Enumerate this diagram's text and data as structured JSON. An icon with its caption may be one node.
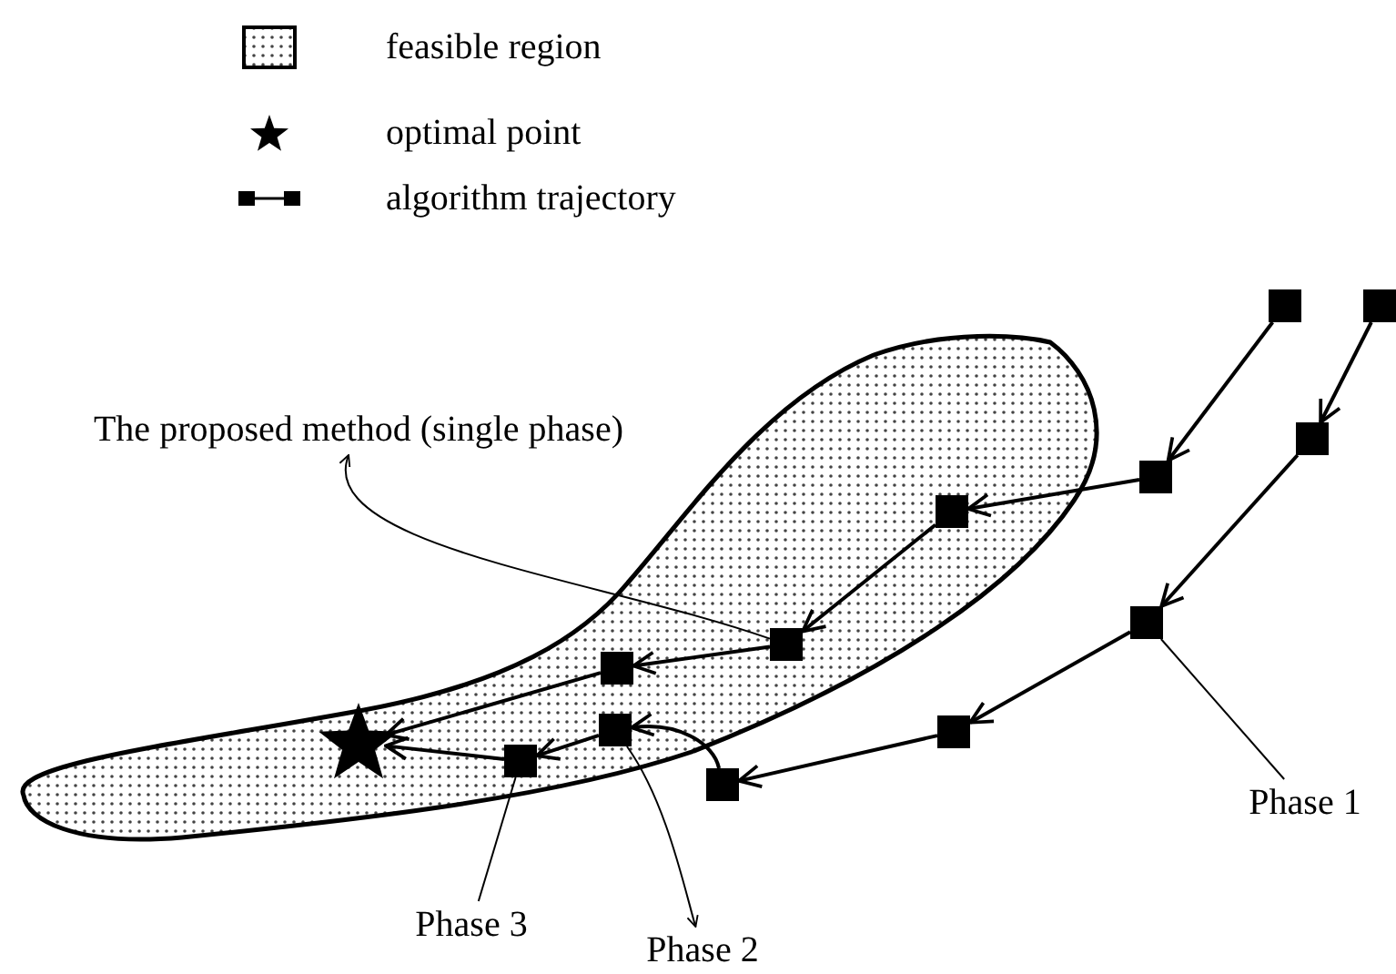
{
  "diagram": {
    "nodes": [
      {
        "text": [],
        "shape": "blob"
      },
      {
        "text": [
          "The proposed method (single phase)"
        ]
      },
      {
        "text": [],
        "shape": "box"
      },
      {
        "text": [],
        "shape": "box"
      },
      {
        "text": [],
        "shape": "box"
      },
      {
        "text": [],
        "shape": "box"
      },
      {
        "text": [],
        "shape": "box",
        "in": 0
      },
      {
        "text": [],
        "shape": "box"
      },
      {
        "text": [],
        "shape": "box",
        "in": 0
      },
      {
        "text": [],
        "shape": "box"
      },
      {
        "text": [],
        "shape": "box",
        "in": 0
      },
      {
        "text": [],
        "shape": "box"
      },
      {
        "text": [],
        "shape": "box",
        "in": 0
      },
      {
        "text": [],
        "shape": "box",
        "in": 0
      },
      {
        "text": [],
        "shape": "star",
        "in": 0
      },
      {
        "text": [
          "Phase 1"
        ]
      },
      {
        "text": [
          "Phase 2"
        ]
      },
      {
        "text": [
          "Phase 3"
        ]
      }
    ],
    "edges": [
      {
        "from": 2,
        "to": 5,
        "arrow": "to"
      },
      {
        "from": 3,
        "to": 4,
        "arrow": "to"
      },
      {
        "from": 5,
        "to": 6,
        "arrow": "to"
      },
      {
        "from": 6,
        "to": 8,
        "arrow": "to"
      },
      {
        "from": 8,
        "to": 10,
        "arrow": "to"
      },
      {
        "from": 10,
        "to": 14,
        "arrow": "to"
      },
      {
        "from": 4,
        "to": 7,
        "arrow": "to"
      },
      {
        "from": 7,
        "to": 9,
        "arrow": "to"
      },
      {
        "from": 9,
        "to": 11,
        "arrow": "to"
      },
      {
        "from": 11,
        "to": 12,
        "arrow": "to"
      },
      {
        "from": 12,
        "to": 13,
        "arrow": "to"
      },
      {
        "from": 13,
        "to": 14,
        "arrow": "to"
      },
      {
        "from": 8,
        "to": 1,
        "arrow": "to"
      },
      {
        "from": 15,
        "to": 7,
        "arrow": "none"
      },
      {
        "from": 17,
        "to": 13,
        "arrow": "none"
      },
      {
        "from": 12,
        "to": 16,
        "arrow": "to"
      }
    ],
    "legend": [
      {
        "text": "feasible region"
      },
      {
        "text": "optimal point"
      },
      {
        "text": "algorithm trajectory"
      }
    ]
  }
}
